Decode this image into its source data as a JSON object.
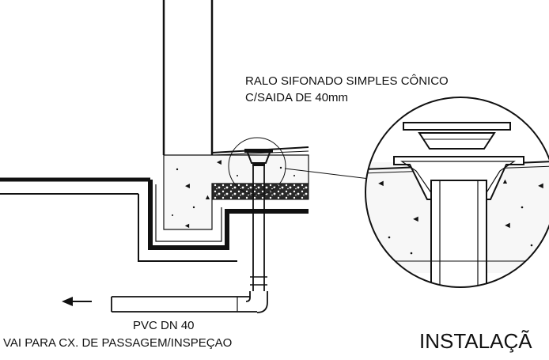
{
  "labels": {
    "drain_line1": "RALO SIFONADO SIMPLES CÔNICO",
    "drain_line2": "C/SAIDA DE 40mm",
    "pipe_line1": "PVC DN 40",
    "pipe_line2": "VAI PARA CX. DE PASSAGEM/INSPEÇAO",
    "detail_title": "INSTALAÇÃ"
  },
  "colors": {
    "ink": "#111111",
    "paper": "#ffffff",
    "concrete_fill": "#f6f6f6",
    "gravel": "#333333"
  }
}
